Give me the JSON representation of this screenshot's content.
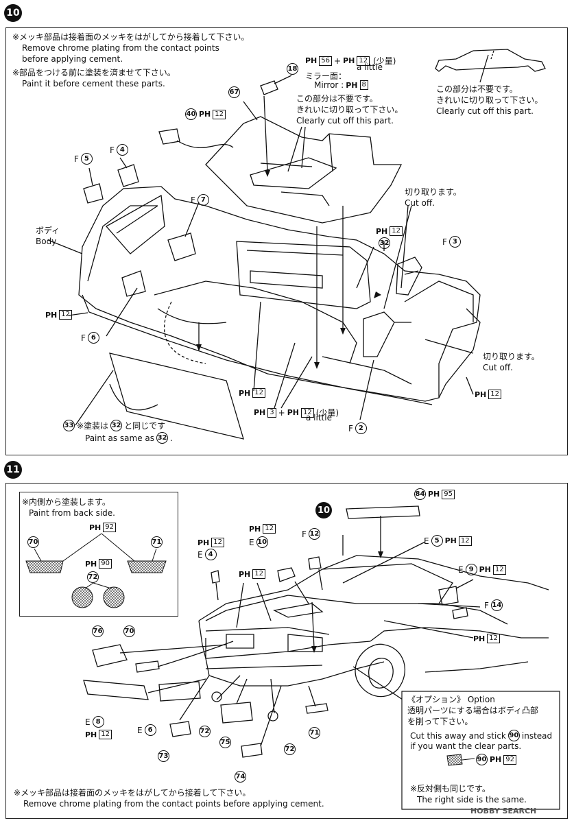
{
  "step10": {
    "number": "10",
    "note_chrome_jp": "※メッキ部品は接着面のメッキをはがしてから接着して下さい。",
    "note_chrome_en1": "Remove chrome plating from the contact points",
    "note_chrome_en2": "before applying cement.",
    "note_paint_jp": "※部品をつける前に塗装を済ませて下さい。",
    "note_paint_en": "Paint it before cement these parts.",
    "paint18_jp": "(少量)",
    "paint18_en": "a little",
    "mirror_jp": "ミラー面：",
    "mirror_en": "Mirror :",
    "cut_jp1": "この部分は不要です。",
    "cut_jp2": "きれいに切り取って下さい。",
    "cut_en": "Clearly cut off this part.",
    "cut_right_jp1": "この部分は不要です。",
    "cut_right_jp2": "きれいに切り取って下さい。",
    "cut_right_en": "Clearly cut off this part.",
    "cutoff_jp": "切り取ります。",
    "cutoff_en": "Cut off.",
    "cutoff2_jp": "切り取ります。",
    "cutoff2_en": "Cut off.",
    "body_jp": "ボディ",
    "body_en": "Body",
    "part33_note_jp": "※塗装は",
    "part33_note_jp2": "と同じです",
    "part33_note_en": "Paint as same as",
    "little_jp": "(少量)",
    "little_en": "a little",
    "labels": {
      "p18": "18",
      "p67": "67",
      "p40": "40",
      "f4": "4",
      "f5": "5",
      "f7": "7",
      "f3": "3",
      "f6": "6",
      "f2": "2",
      "p32": "32",
      "p33": "33",
      "F": "F",
      "ph": "PH",
      "ph56": "56",
      "ph12": "12",
      "ph8": "8",
      "ph3": "3"
    }
  },
  "step11": {
    "number": "11",
    "inset_jp": "※内側から塗装します。",
    "inset_en": "Paint from back side.",
    "inset_labels": {
      "p70": "70",
      "p71": "71",
      "p72": "72",
      "ph92": "92",
      "ph90": "90"
    },
    "labels": {
      "p84": "84",
      "ph95": "95",
      "p10": "10",
      "e4": "4",
      "e10": "10",
      "f12": "12",
      "e5": "5",
      "e9": "9",
      "f14": "14",
      "p76": "76",
      "p70": "70",
      "e8": "8",
      "e6": "6",
      "p73": "73",
      "p72": "72",
      "p75": "75",
      "p74": "74",
      "p71": "71",
      "E": "E",
      "F": "F",
      "ph12": "12"
    },
    "option_title": "《オプション》 Option",
    "option_jp1": "透明パーツにする場合はボディ凸部",
    "option_jp2": "を削って下さい。",
    "option_en1": "Cut this away and stick",
    "option_en1b": "instead",
    "option_en2": "if you want the clear parts.",
    "option_part": "90",
    "option_ph": "92",
    "option_right_jp": "※反対側も同じです。",
    "option_right_en": "The right side is the same.",
    "bottom_jp": "※メッキ部品は接着面のメッキをはがしてから接着して下さい。",
    "bottom_en": "Remove chrome plating from the contact points before applying cement."
  },
  "watermark": "HOBBY SEARCH"
}
